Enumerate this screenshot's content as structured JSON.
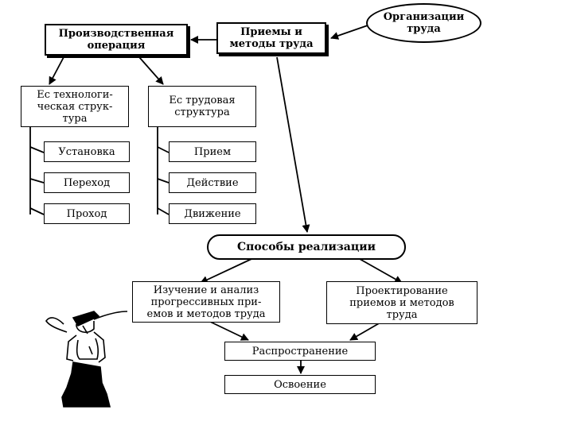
{
  "nodes": {
    "org_labor": "Организации\nтруда",
    "methods": "Приемы и\nметоды труда",
    "operation": "Производственная\nоперация",
    "tech_structure": "Ес технологи-\nческая струк-\nтура",
    "labor_structure": "Ес трудовая\nструктура",
    "setup": "Установка",
    "transition": "Переход",
    "pass": "Проход",
    "technique": "Прием",
    "action": "Действие",
    "movement": "Движение",
    "implementation": "Способы реализации",
    "study": "Изучение и анализ\nпрогрессивных при-\nемов и методов труда",
    "design": "Проектирование\nприемов и методов\nтруда",
    "dissemination": "Распространение",
    "mastering": "Освоение"
  },
  "colors": {
    "line": "#000000",
    "background": "#ffffff"
  },
  "illustration": "worker-figure"
}
